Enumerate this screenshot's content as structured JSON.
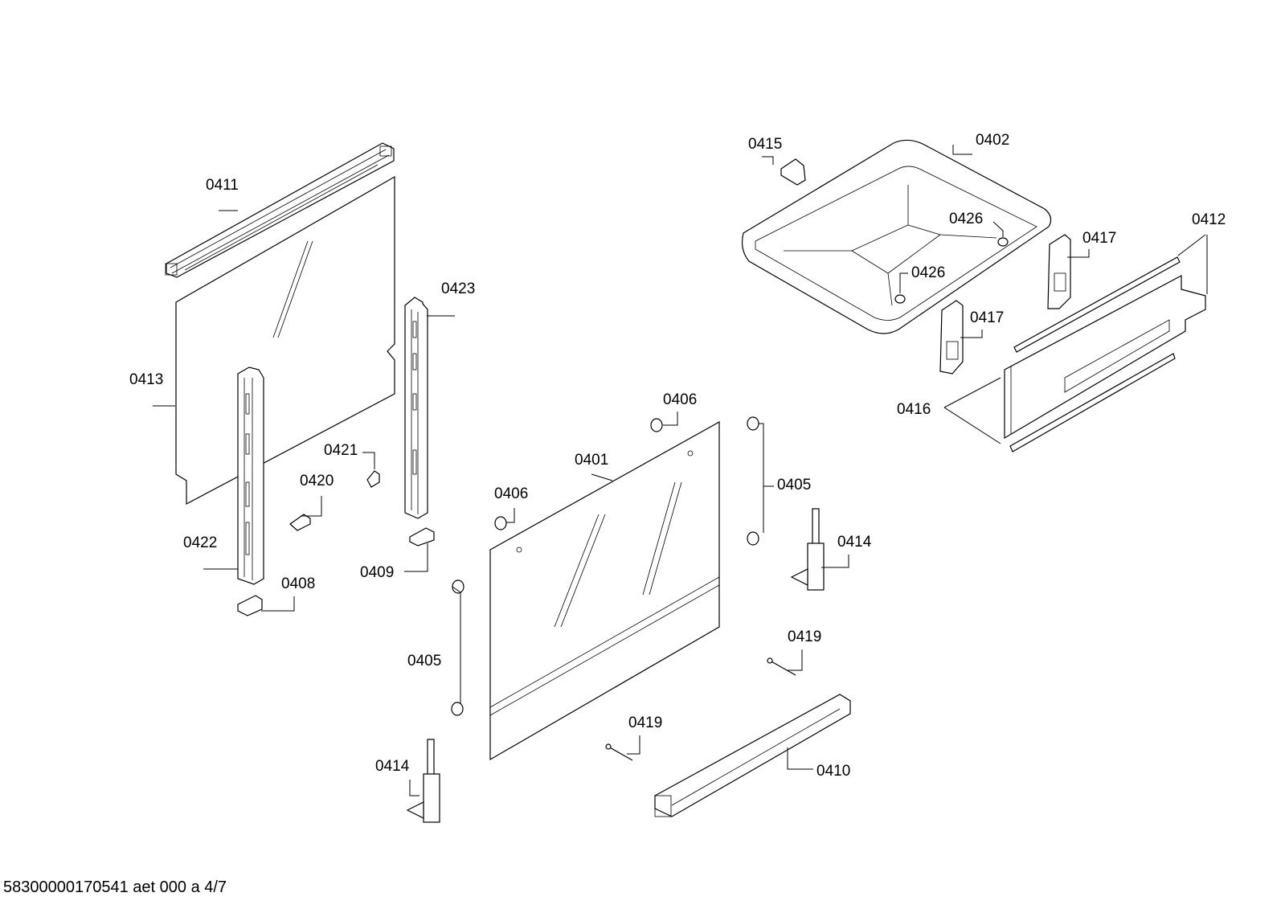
{
  "labels": {
    "l0411": "0411",
    "l0413": "0413",
    "l0423": "0423",
    "l0422": "0422",
    "l0421": "0421",
    "l0420": "0420",
    "l0408": "0408",
    "l0409": "0409",
    "l0406a": "0406",
    "l0406b": "0406",
    "l0401": "0401",
    "l0405a": "0405",
    "l0405b": "0405",
    "l0414a": "0414",
    "l0414b": "0414",
    "l0419a": "0419",
    "l0419b": "0419",
    "l0410": "0410",
    "l0415": "0415",
    "l0402": "0402",
    "l0426a": "0426",
    "l0426b": "0426",
    "l0417a": "0417",
    "l0417b": "0417",
    "l0412": "0412",
    "l0416": "0416"
  },
  "footer": "58300000170541 aet 000 a 4/7"
}
